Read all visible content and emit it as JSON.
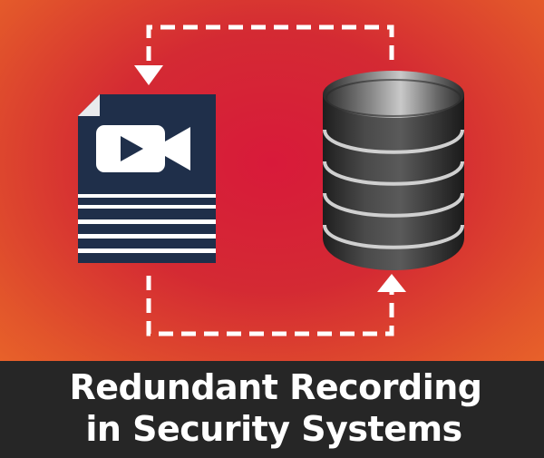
{
  "caption": {
    "line1": "Redundant Recording",
    "line2": "in Security Systems"
  },
  "icons": {
    "video_file": "video-file-icon",
    "database": "database-icon",
    "flow": "dashed-arrow-loop"
  },
  "colors": {
    "background_center": "#d81a3a",
    "background_edge": "#e8622a",
    "caption_bar": "#262626",
    "document": "#1f2f4a",
    "database": "#3a3a3a",
    "text": "#ffffff"
  }
}
